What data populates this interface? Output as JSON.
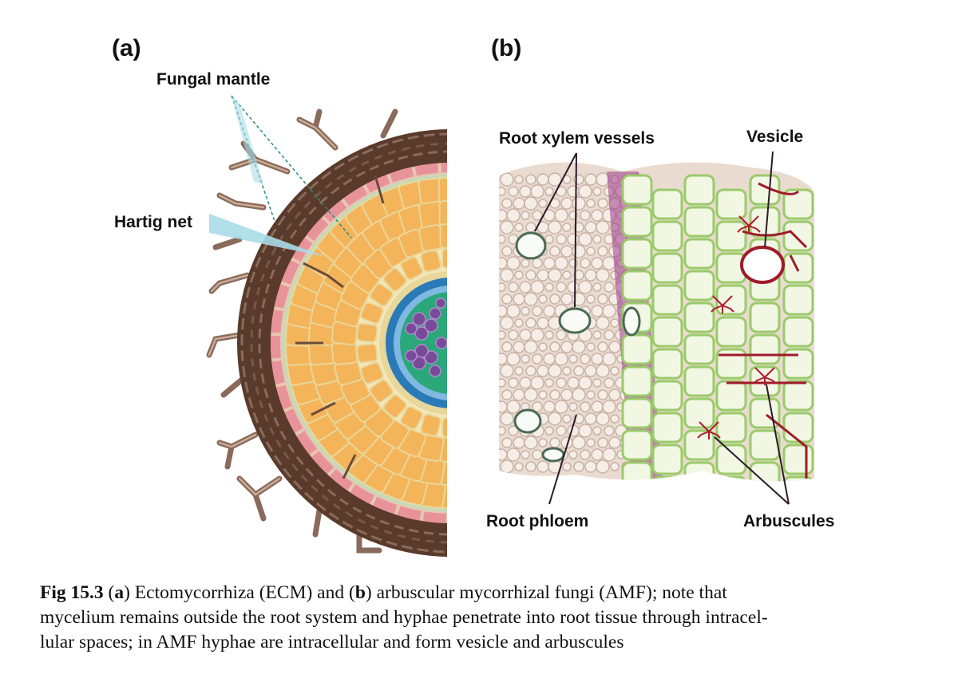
{
  "panels": {
    "a": {
      "letter": "(a)",
      "labels": {
        "fungal_mantle": "Fungal mantle",
        "hartig_net": "Hartig net"
      }
    },
    "b": {
      "letter": "(b)",
      "labels": {
        "root_xylem": "Root xylem vessels",
        "vesicle": "Vesicle",
        "root_phloem": "Root phloem",
        "arbuscules": "Arbuscules"
      }
    }
  },
  "caption": {
    "fig_number": "Fig 15.3",
    "line1_pre": " (",
    "a_letter": "a",
    "line1_mid": ") Ectomycorrhiza (ECM) and (",
    "b_letter": "b",
    "line1_post": ") arbuscular mycorrhizal fungi (AMF); note that",
    "line2": "mycelium remains outside the root system and hyphae penetrate into root tissue through intracel-",
    "line3": "lular spaces; in AMF hyphae are intracellular and form vesicle and arbuscules"
  },
  "colors": {
    "mantle": "#5a3a2a",
    "hypha": "#8a6a5a",
    "cortex": "#f4b45a",
    "endodermis": "#2a7ab8",
    "xylem_region": "#2aa87a",
    "phloem_region": "#7a4a9a",
    "amf_cell": "#eef4dc",
    "arbuscule": "#b01a2a"
  }
}
